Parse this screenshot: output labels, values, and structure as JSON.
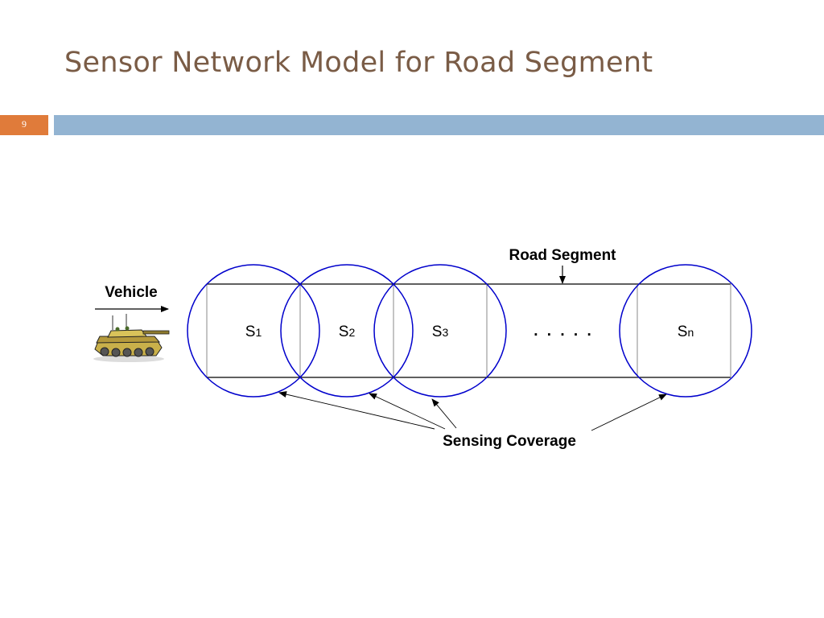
{
  "slide": {
    "title": "Sensor Network Model for Road Segment",
    "page_number": "9"
  },
  "diagram": {
    "vehicle_label": "Vehicle",
    "road_segment_label": "Road Segment",
    "sensing_coverage_label": "Sensing Coverage",
    "ellipsis": ". . . . .",
    "sensors": [
      {
        "base": "S",
        "sub": "1"
      },
      {
        "base": "S",
        "sub": "2"
      },
      {
        "base": "S",
        "sub": "3"
      },
      {
        "base": "S",
        "sub": "n"
      }
    ],
    "icons": {
      "vehicle": "tank-icon"
    },
    "colors": {
      "coverage_circle": "#0000cc",
      "title": "#7a5c46",
      "page_badge": "#e07b3a",
      "header_bar": "#93b4d2"
    }
  }
}
